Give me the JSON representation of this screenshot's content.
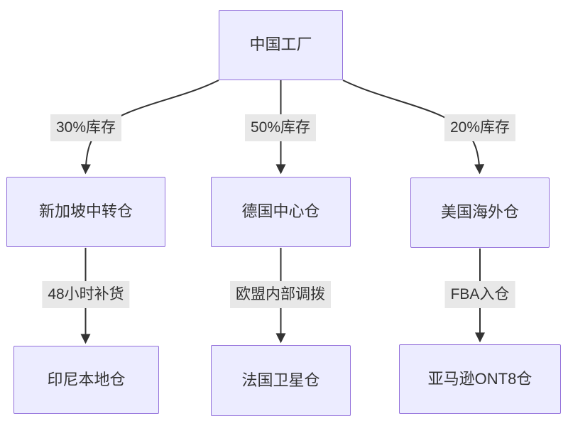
{
  "diagram": {
    "type": "flowchart",
    "nodes": [
      {
        "id": "china_factory",
        "label": "中国工厂"
      },
      {
        "id": "singapore_transit",
        "label": "新加坡中转仓"
      },
      {
        "id": "germany_central",
        "label": "德国中心仓"
      },
      {
        "id": "us_overseas",
        "label": "美国海外仓"
      },
      {
        "id": "indonesia_local",
        "label": "印尼本地仓"
      },
      {
        "id": "france_satellite",
        "label": "法国卫星仓"
      },
      {
        "id": "amazon_ont8",
        "label": "亚马逊ONT8仓"
      }
    ],
    "edges": [
      {
        "from": "china_factory",
        "to": "singapore_transit",
        "label": "30%库存"
      },
      {
        "from": "china_factory",
        "to": "germany_central",
        "label": "50%库存"
      },
      {
        "from": "china_factory",
        "to": "us_overseas",
        "label": "20%库存"
      },
      {
        "from": "singapore_transit",
        "to": "indonesia_local",
        "label": "48小时补货"
      },
      {
        "from": "germany_central",
        "to": "france_satellite",
        "label": "欧盟内部调拨"
      },
      {
        "from": "us_overseas",
        "to": "amazon_ont8",
        "label": "FBA入仓"
      }
    ],
    "colors": {
      "node_fill": "#ECECFF",
      "node_border": "#9370DB",
      "edge_color": "#333333",
      "label_bg": "#e8e8e8",
      "text_color": "#333333",
      "canvas_bg": "#ffffff"
    }
  }
}
